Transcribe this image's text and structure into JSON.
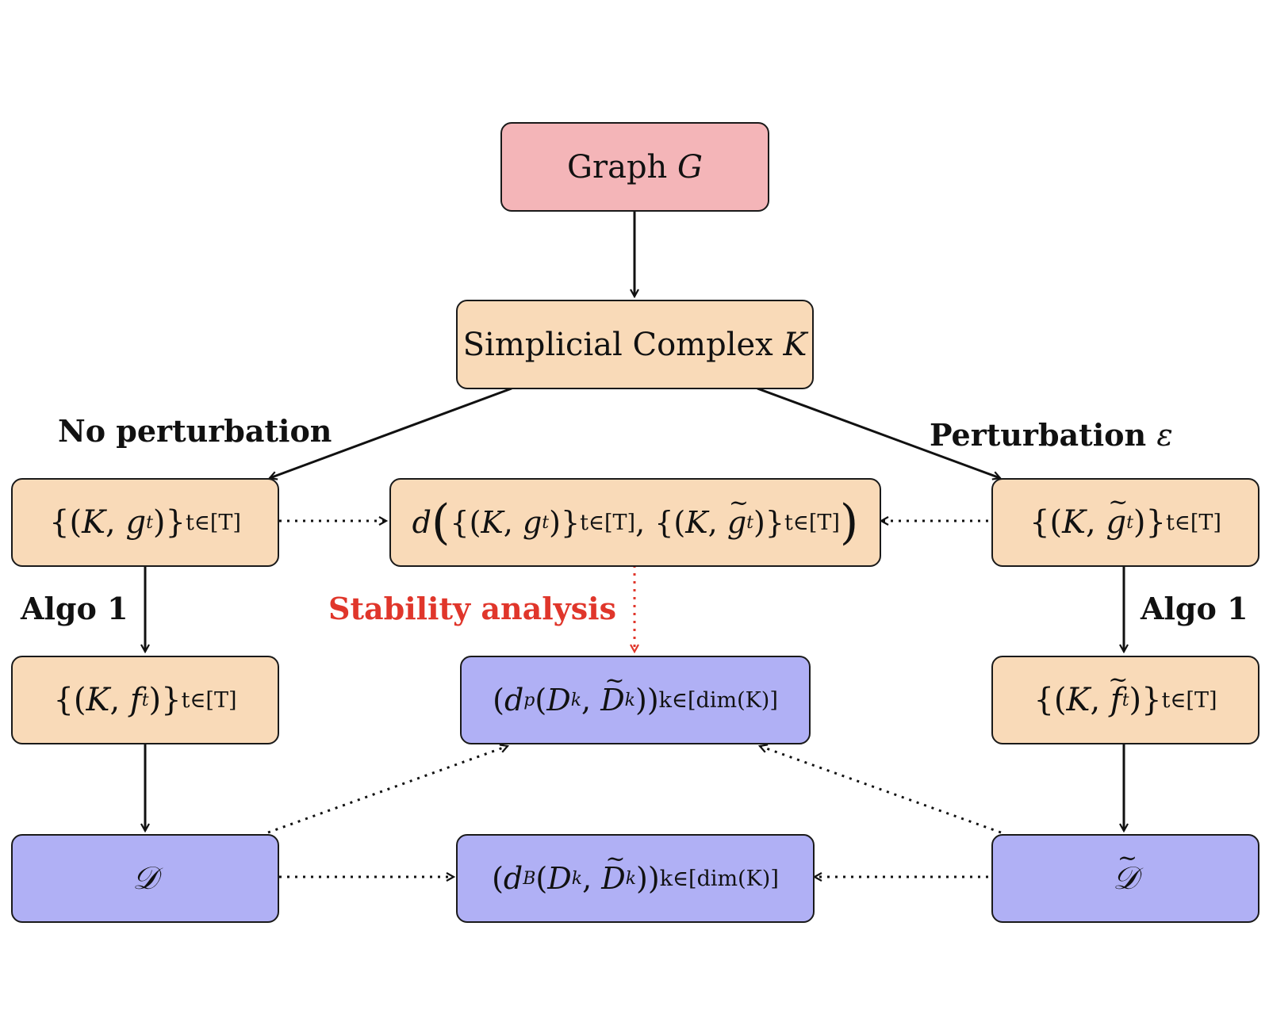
{
  "nodes": {
    "graph": {
      "text": "Graph",
      "var": "G"
    },
    "complex": {
      "text": "Simplicial Complex",
      "var": "K"
    },
    "filtration_g": {
      "var_K": "K",
      "var_g": "g",
      "idx": "t",
      "range": "t∈[T]"
    },
    "filtration_g_tilde": {
      "var_K": "K",
      "var_g": "g",
      "idx": "t",
      "range": "t∈[T]"
    },
    "distance_g": {
      "d": "d",
      "var_K": "K",
      "var_g": "g",
      "idx": "t",
      "range": "t∈[T]"
    },
    "filtration_f": {
      "var_K": "K",
      "var_f": "f",
      "idx": "t",
      "range": "t∈[T]"
    },
    "filtration_f_tilde": {
      "var_K": "K",
      "var_f": "f",
      "idx": "t",
      "range": "t∈[T]"
    },
    "diagram_D": {
      "symbol": "𝒟"
    },
    "diagram_D_tilde": {
      "symbol": "𝒟"
    },
    "dp": {
      "d": "d",
      "sub": "p",
      "D": "D",
      "k": "k",
      "range": "k∈[dim(K)]"
    },
    "dB": {
      "d": "d",
      "sub": "B",
      "D": "D",
      "k": "k",
      "range": "k∈[dim(K)]"
    }
  },
  "labels": {
    "no_perturbation": "No perturbation",
    "perturbation": "Perturbation",
    "epsilon": "ε",
    "algo_left": "Algo 1",
    "algo_right": "Algo 1",
    "stability": "Stability analysis"
  },
  "colors": {
    "graph_fill": "#f4b5b8",
    "process_fill": "#f9dab8",
    "result_fill": "#b0b0f5",
    "stability_red": "#e0362b",
    "edge": "#111111"
  }
}
